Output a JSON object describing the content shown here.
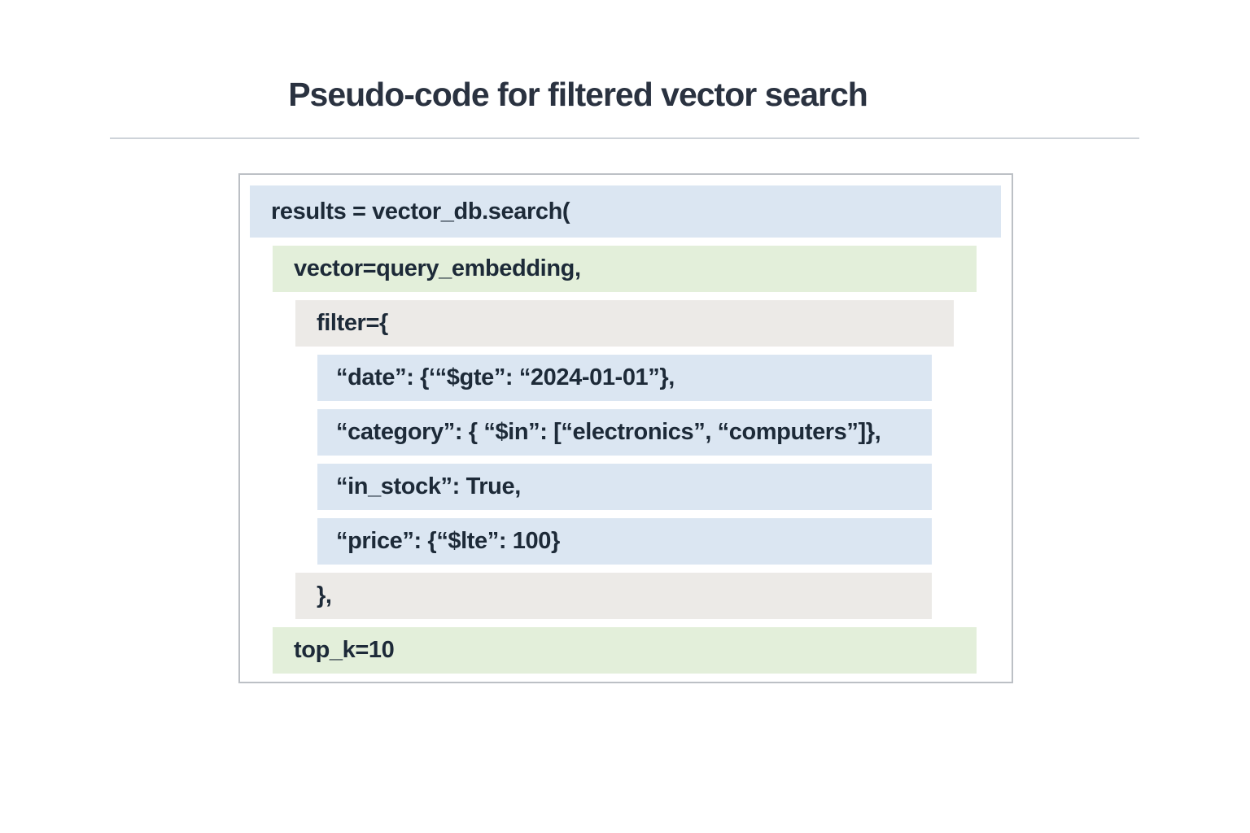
{
  "title": "Pseudo-code for filtered vector search",
  "colors": {
    "highlight_blue": "#dbe6f2",
    "highlight_green": "#e3efda",
    "highlight_gray": "#eceae7",
    "code_text": "#1d2a38",
    "title_text": "#2a3240"
  },
  "code": {
    "lines": [
      {
        "text": "results = vector_db.search(",
        "highlight": "blue",
        "indent": 0
      },
      {
        "text": "vector=query_embedding,",
        "highlight": "green",
        "indent": 1
      },
      {
        "text": "filter={",
        "highlight": "gray",
        "indent": 2
      },
      {
        "text": "“date”: {‘“$gte”: “2024-01-01”},",
        "highlight": "blue",
        "indent": 3
      },
      {
        "text": "“category”: { “$in”: [“electronics”, “computers”]},",
        "highlight": "blue",
        "indent": 3
      },
      {
        "text": "“in_stock”: True,",
        "highlight": "blue",
        "indent": 3
      },
      {
        "text": "“price”: {“$lte”: 100}",
        "highlight": "blue",
        "indent": 3
      },
      {
        "text": "},",
        "highlight": "gray",
        "indent": 2
      },
      {
        "text": "top_k=10",
        "highlight": "green",
        "indent": 1
      }
    ]
  }
}
